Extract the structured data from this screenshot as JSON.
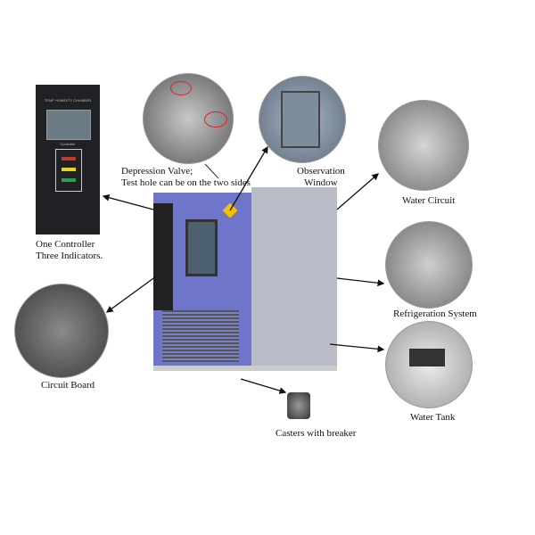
{
  "labels": {
    "controller": [
      "One Controller",
      "Three Indicators."
    ],
    "valve": [
      "Depression Valve;",
      "Test hole can be on the two sides"
    ],
    "window": [
      "Observation",
      "Window"
    ],
    "water_circuit": "Water Circuit",
    "refrigeration": "Refrigeration System",
    "circuit_board": "Circuit Board",
    "water_tank": "Water Tank",
    "casters": "Casters with breaker"
  },
  "panel": {
    "title": "TEMP HUMIDITY CHAMBER",
    "controller": "Controller"
  },
  "colors": {
    "chamber_blue": "#6f76c9",
    "chamber_gray": "#b9bcc6",
    "led_red": "#c0392b",
    "led_yellow": "#e5d22a",
    "led_green": "#2e9e4a"
  }
}
